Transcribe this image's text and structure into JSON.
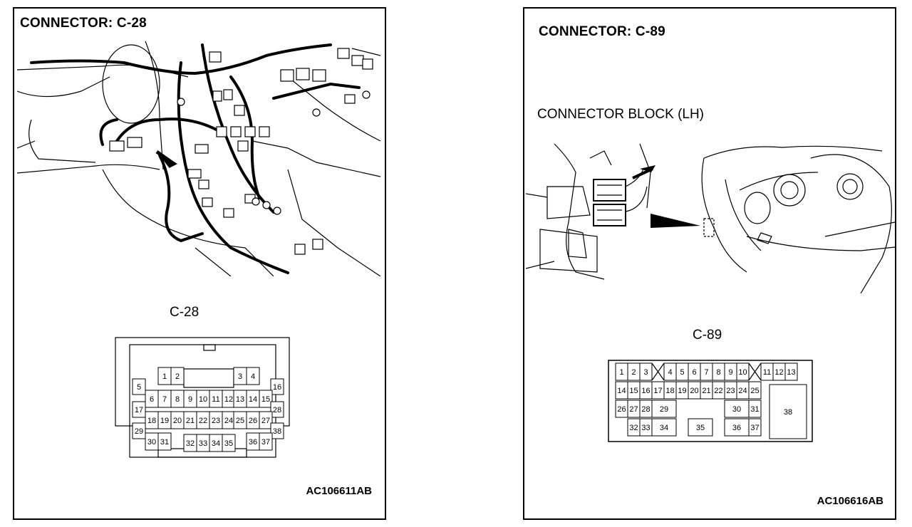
{
  "left": {
    "title": "CONNECTOR: C-28",
    "connector_label": "C-28",
    "figure_code": "AC106611AB",
    "pins": [
      "1",
      "2",
      "3",
      "4",
      "5",
      "6",
      "7",
      "8",
      "9",
      "10",
      "11",
      "12",
      "13",
      "14",
      "15",
      "16",
      "17",
      "18",
      "19",
      "20",
      "21",
      "22",
      "23",
      "24",
      "25",
      "26",
      "27",
      "28",
      "29",
      "30",
      "31",
      "32",
      "33",
      "34",
      "35",
      "36",
      "37",
      "38"
    ]
  },
  "right": {
    "title": "CONNECTOR: C-89",
    "block_label": "CONNECTOR BLOCK (LH)",
    "connector_label": "C-89",
    "figure_code": "AC106616AB",
    "pins": [
      "1",
      "2",
      "3",
      "4",
      "5",
      "6",
      "7",
      "8",
      "9",
      "10",
      "11",
      "12",
      "13",
      "14",
      "15",
      "16",
      "17",
      "18",
      "19",
      "20",
      "21",
      "22",
      "23",
      "24",
      "25",
      "26",
      "27",
      "28",
      "29",
      "30",
      "31",
      "32",
      "33",
      "34",
      "35",
      "36",
      "37",
      "38"
    ]
  }
}
